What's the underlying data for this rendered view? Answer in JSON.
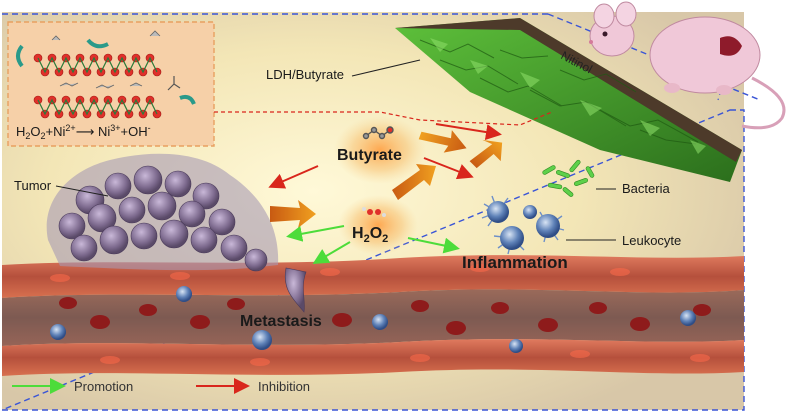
{
  "labels": {
    "ldh_butyrate": "LDH/Butyrate",
    "nitinol": "Nitinol",
    "butyrate": "Butyrate",
    "tumor": "Tumor",
    "h2o2": "H",
    "h2o2_sub1": "2",
    "h2o2_o": "O",
    "h2o2_sub2": "2",
    "bacteria": "Bacteria",
    "leukocyte": "Leukocyte",
    "inflammation": "Inflammation",
    "metastasis": "Metastasis"
  },
  "equation": {
    "h": "H",
    "s2a": "2",
    "o": "O",
    "s2b": "2",
    "plus_ni": "+Ni",
    "sup2": "2+",
    "arrow_ni": "Ni",
    "sup3": "3+",
    "plus_oh": "+OH",
    "sup_minus": "-"
  },
  "legend": {
    "promotion": "Promotion",
    "inhibition": "Inhibition"
  },
  "colors": {
    "promotion": "#4ddc3a",
    "inhibition": "#d9261c",
    "background": "#f4e9c4",
    "ldh_green": "#3f9a2a",
    "vessel": "#c86a55",
    "rbc": "#8e1b1b",
    "tumor": "#8c7f9a",
    "dash_border": "#3a55d6"
  }
}
